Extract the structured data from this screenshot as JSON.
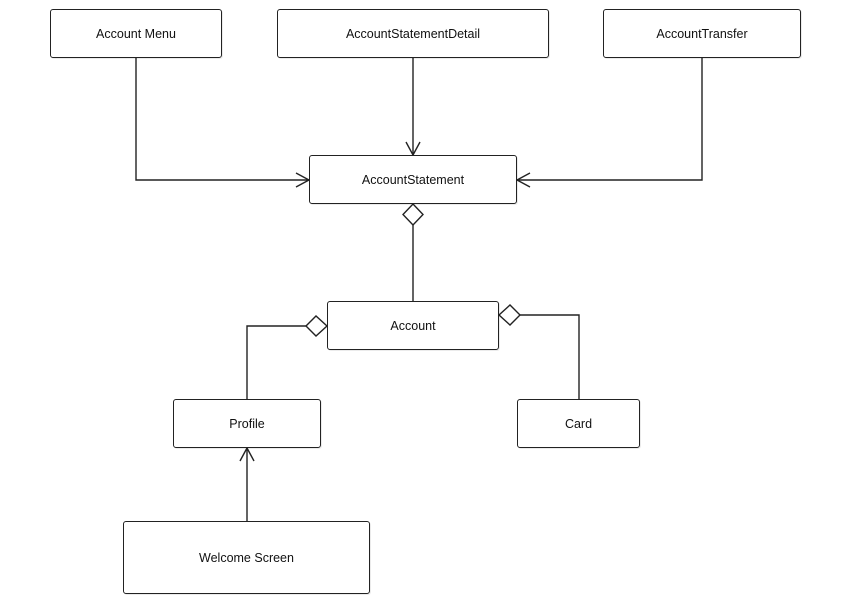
{
  "nodes": {
    "account_menu": "Account Menu",
    "account_statement_detail": "AccountStatementDetail",
    "account_transfer": "AccountTransfer",
    "account_statement": "AccountStatement",
    "account": "Account",
    "profile": "Profile",
    "card": "Card",
    "welcome_screen": "Welcome Screen"
  },
  "relations": [
    {
      "from": "Account Menu",
      "to": "AccountStatement",
      "type": "association-arrow"
    },
    {
      "from": "AccountStatementDetail",
      "to": "AccountStatement",
      "type": "association-arrow"
    },
    {
      "from": "AccountTransfer",
      "to": "AccountStatement",
      "type": "association-arrow"
    },
    {
      "from": "Account",
      "to": "AccountStatement",
      "type": "aggregation"
    },
    {
      "from": "Profile",
      "to": "Account",
      "type": "aggregation"
    },
    {
      "from": "Card",
      "to": "Account",
      "type": "aggregation"
    },
    {
      "from": "Welcome Screen",
      "to": "Profile",
      "type": "association-arrow"
    }
  ]
}
